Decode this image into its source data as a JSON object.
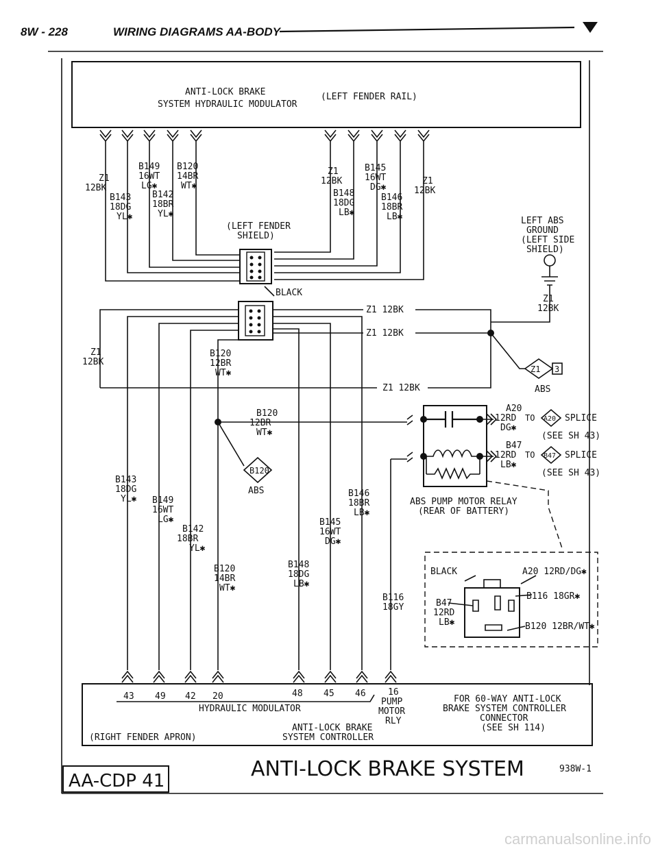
{
  "header": {
    "page": "8W - 228",
    "title": "WIRING DIAGRAMS AA-BODY"
  },
  "modulator": {
    "name_line1": "ANTI-LOCK BRAKE",
    "name_line2": "SYSTEM HYDRAULIC MODULATOR",
    "location": "(LEFT FENDER RAIL)"
  },
  "top_wires": {
    "z1_left": [
      "Z1",
      "12BK"
    ],
    "b149": [
      "B149",
      "16WT",
      "LG✱"
    ],
    "b120": [
      "B120",
      "14BR",
      "WT✱"
    ],
    "b143": [
      "B143",
      "18DG",
      "YL✱"
    ],
    "b142": [
      "B142",
      "18BR",
      "YL✱"
    ],
    "z1_mid": [
      "Z1",
      "12BK"
    ],
    "b145": [
      "B145",
      "16WT",
      "DG✱"
    ],
    "b148": [
      "B148",
      "18DG",
      "LB✱"
    ],
    "b146": [
      "B146",
      "18BR",
      "LB✱"
    ],
    "z1_right": [
      "Z1",
      "12BK"
    ]
  },
  "shield_label": [
    "(LEFT FENDER",
    "SHIELD)"
  ],
  "connector_color": "BLACK",
  "ground": {
    "label": [
      "LEFT ABS",
      "GROUND",
      "(LEFT SIDE",
      "SHIELD)"
    ],
    "wire": [
      "Z1",
      "12BK"
    ]
  },
  "z1_runs": [
    "Z1 12BK",
    "Z1 12BK",
    "Z1 12BK"
  ],
  "left_z1": [
    "Z1",
    "12BK"
  ],
  "mid_b120": [
    "B120",
    "12BR",
    "WT✱"
  ],
  "abs_splice_z1": {
    "code": "Z1",
    "num": "3",
    "caption": "ABS"
  },
  "b120_splice": {
    "wire": [
      "B120",
      "12BR",
      "WT✱"
    ],
    "code": "B120",
    "caption": "ABS"
  },
  "relay": {
    "a20": [
      "A20",
      "12RD",
      "DG✱"
    ],
    "a20_to": "TO",
    "a20_code": "A20",
    "a20_splice": "SPLICE",
    "a20_sheet": "(SEE SH 43)",
    "b47": [
      "B47",
      "12RD",
      "LB✱"
    ],
    "b47_to": "TO",
    "b47_code": "B47",
    "b47_splice": "SPLICE",
    "b47_sheet": "(SEE SH 43)",
    "name": "ABS PUMP MOTOR RELAY",
    "location": "(REAR OF BATTERY)"
  },
  "relay_connector": {
    "black": "BLACK",
    "a20": "A20 12RD/DG✱",
    "b116": "B116 18GR✱",
    "b47": [
      "B47",
      "12RD",
      "LB✱"
    ],
    "b120": "B120 12BR/WT✱"
  },
  "lower_wires": {
    "b143": [
      "B143",
      "18DG",
      "YL✱"
    ],
    "b149": [
      "B149",
      "16WT",
      "LG✱"
    ],
    "b142": [
      "B142",
      "18BR",
      "YL✱"
    ],
    "b120": [
      "B120",
      "14BR",
      "WT✱"
    ],
    "b148": [
      "B148",
      "18DG",
      "LB✱"
    ],
    "b145": [
      "B145",
      "16WT",
      "DG✱"
    ],
    "b146": [
      "B146",
      "18BR",
      "LB✱"
    ],
    "b116": [
      "B116",
      "18GY"
    ]
  },
  "controller": {
    "pins": [
      "43",
      "49",
      "42",
      "20",
      "48",
      "45",
      "46",
      "16"
    ],
    "pump": [
      "PUMP",
      "MOTOR",
      "RLY"
    ],
    "hyd": "HYDRAULIC MODULATOR",
    "name": [
      "ANTI-LOCK BRAKE",
      "SYSTEM CONTROLLER"
    ],
    "location": "(RIGHT FENDER APRON)",
    "note": [
      "FOR 60-WAY ANTI-LOCK",
      "BRAKE SYSTEM CONTROLLER",
      "CONNECTOR",
      "(SEE SH 114)"
    ]
  },
  "footer": {
    "code": "AA-CDP 41",
    "title": "ANTI-LOCK BRAKE SYSTEM",
    "ref": "938W-1"
  },
  "watermark": "carmanualsonline.info"
}
